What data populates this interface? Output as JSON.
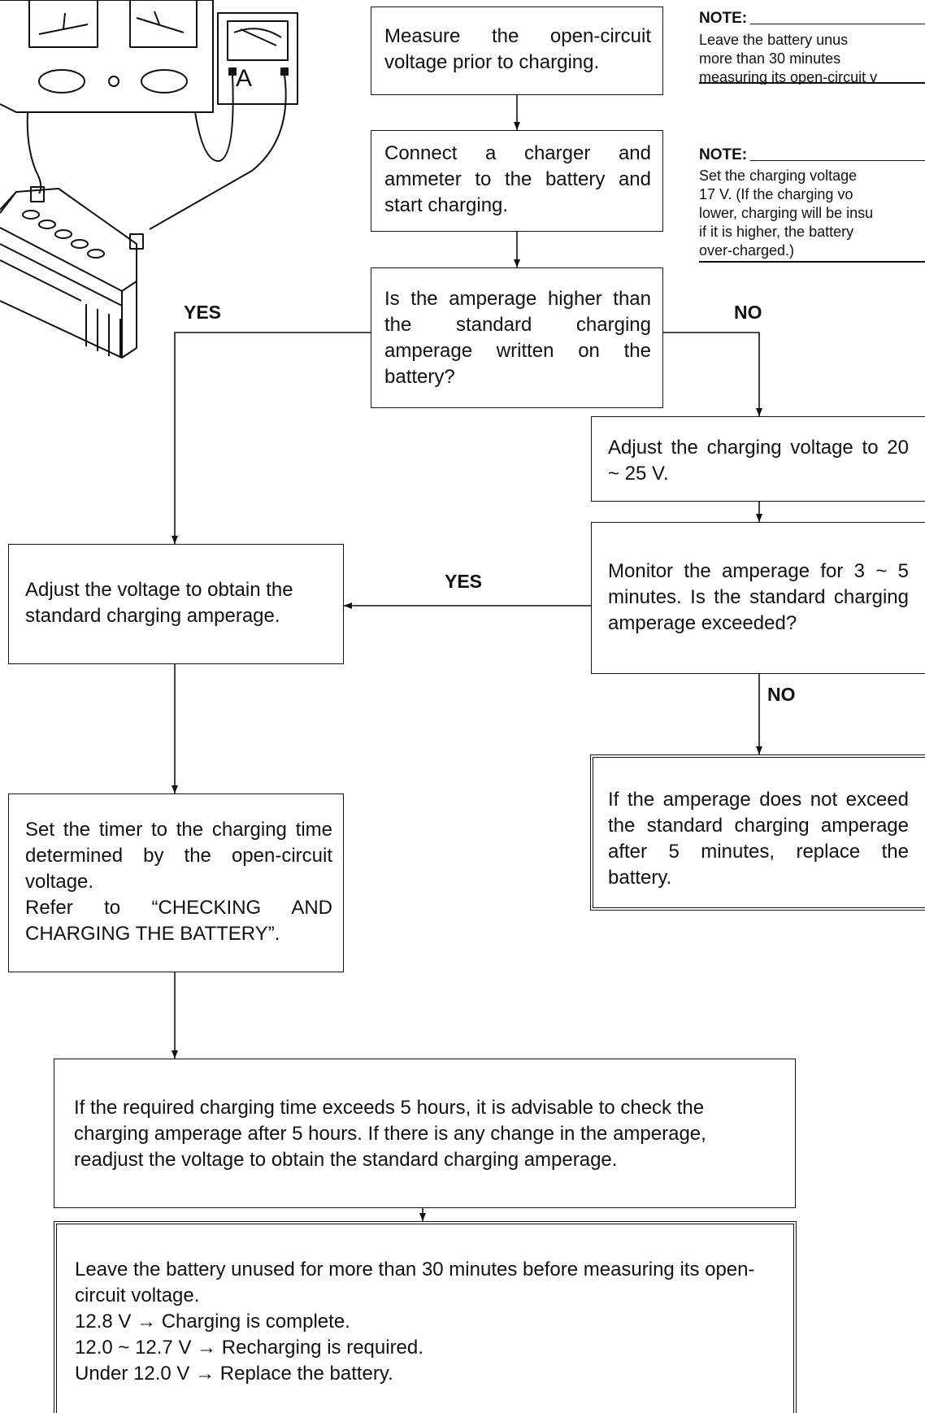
{
  "steps": {
    "measure": "Measure the open-circuit voltage prior to charging.",
    "connect": "Connect a charger and ammeter to the battery and start charging.",
    "question": "Is the amperage higher than the standard charging amperage written on the battery?",
    "adjust_charging": "Adjust the charging voltage to 20 ~ 25 V.",
    "adjust_voltage": "Adjust the voltage to obtain the standard charging amperage.",
    "monitor": "Monitor the amperage for 3 ~ 5 minutes. Is the standard charging amperage exceeded?",
    "replace_if": "If the amperage does not exceed the standard charging amperage after 5 minutes, replace the battery.",
    "set_timer": "Set the timer to the charging time determined by the open-circuit voltage.",
    "set_timer_ref": "Refer to “CHECKING AND CHARGING THE BATTERY”.",
    "required_time": "If the required charging time exceeds 5 hours, it is advisable to check the charging amperage after 5 hours. If there is any change in the amperage, readjust the voltage to obtain the standard charging amperage.",
    "final": [
      "Leave the battery unused for more than 30 minutes before measuring its open-circuit voltage.",
      "12.8 V → Charging is complete.",
      "12.0 ~ 12.7 V → Recharging is required.",
      "Under 12.0 V → Replace the battery."
    ]
  },
  "notes": [
    {
      "header": "NOTE:",
      "lines": [
        "Leave the battery unus",
        "more than 30 minutes",
        "measuring its open-circuit v"
      ]
    },
    {
      "header": "NOTE:",
      "lines": [
        "Set the charging voltage",
        "17 V. (If the charging vo",
        "lower, charging will be insu",
        "if it is higher, the battery",
        "over-charged.)"
      ]
    }
  ],
  "labels": {
    "yes_left": "YES",
    "no_right": "NO",
    "yes_mid": "YES",
    "no_lower": "NO"
  },
  "illustration": {
    "ammeter_letter": "A"
  }
}
